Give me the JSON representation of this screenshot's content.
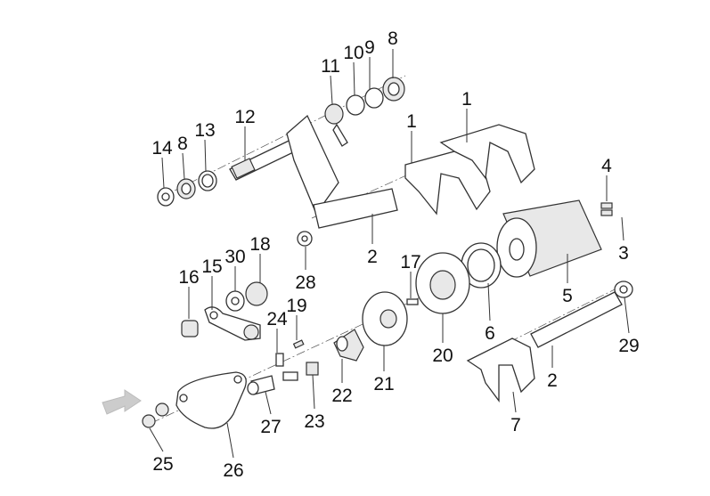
{
  "diagram": {
    "callouts": [
      "8",
      "9",
      "10",
      "11",
      "12",
      "13",
      "8",
      "14",
      "1",
      "1",
      "4",
      "3",
      "2",
      "28",
      "17",
      "5",
      "16",
      "15",
      "30",
      "18",
      "19",
      "24",
      "6",
      "20",
      "21",
      "22",
      "23",
      "27",
      "29",
      "2",
      "7",
      "25",
      "26"
    ],
    "colors": {
      "line": "#333333",
      "arrow": "#cccccc"
    }
  }
}
